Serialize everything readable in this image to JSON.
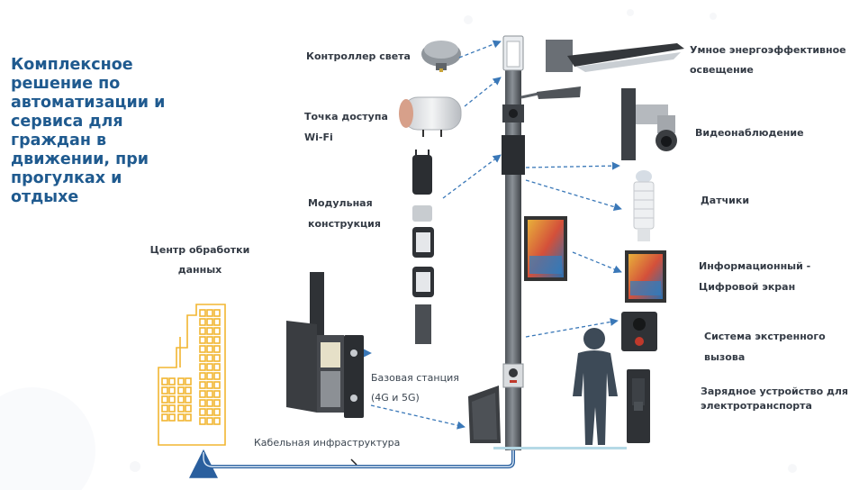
{
  "title": "Комплексное решение по автоматизации и сервиса для граждан в движении, при прогулках и отдыхе",
  "left_labels": {
    "light_controller": "Контроллер света",
    "wifi_point": [
      "Точка доступа",
      "Wi-Fi"
    ],
    "modular": [
      "Модульная",
      "конструкция"
    ],
    "data_center": [
      "Центр обработки",
      "данных"
    ],
    "base_station": [
      "Базовая станция",
      "(4G и 5G)"
    ],
    "cable": "Кабельная инфраструктура"
  },
  "right_labels": {
    "smart_lighting": [
      "Умное энергоэффективное",
      "освещение"
    ],
    "video": "Видеонаблюдение",
    "sensors": "Датчики",
    "info_screen": [
      "Информационный -",
      "Цифровой экран"
    ],
    "emergency": [
      "Система экстренного",
      "вызова"
    ],
    "charger": [
      "Зарядное устройство для",
      "электротранспорта"
    ]
  },
  "colors": {
    "title": "#1f5a8f",
    "arrow": "#3a78b8",
    "pole": "#5b6066",
    "building": "#f2b631",
    "screen_frame": "#3a3a3a"
  }
}
